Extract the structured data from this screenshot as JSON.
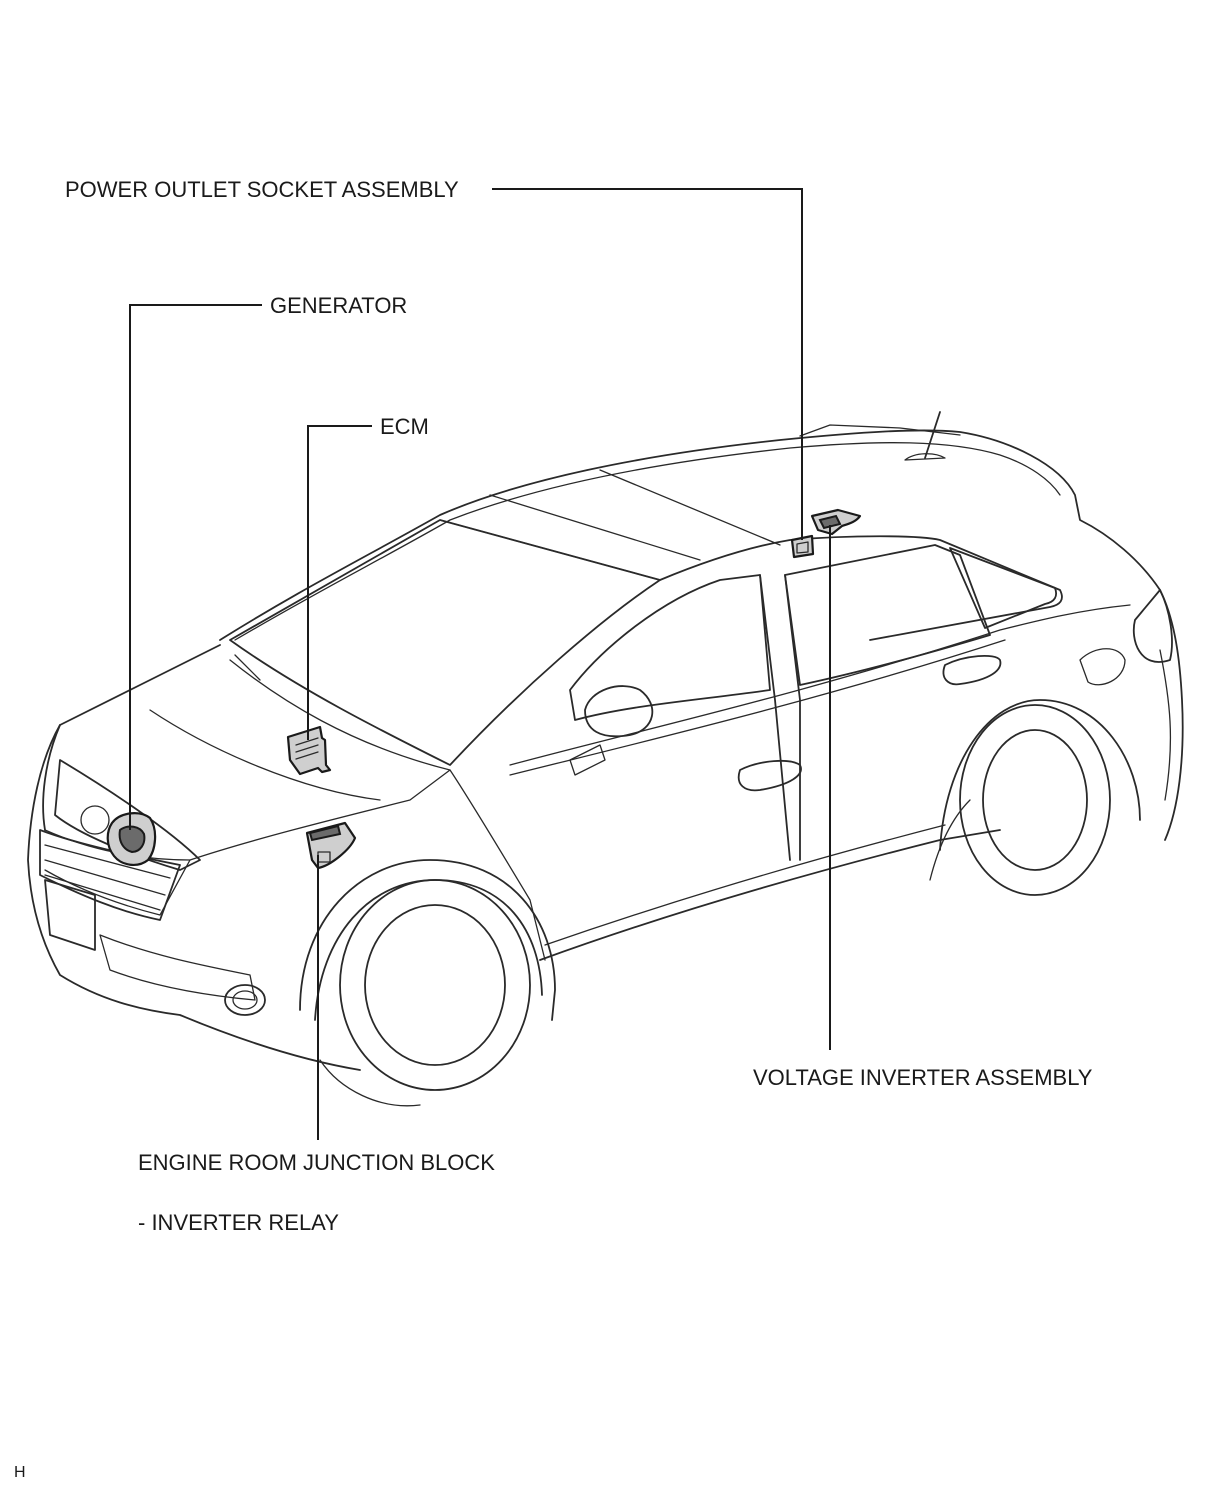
{
  "labels": {
    "power_outlet": "POWER OUTLET SOCKET ASSEMBLY",
    "generator": "GENERATOR",
    "ecm": "ECM",
    "voltage_inverter": "VOLTAGE INVERTER ASSEMBLY",
    "engine_room_jb": "ENGINE ROOM JUNCTION BLOCK",
    "inverter_relay": "- INVERTER RELAY"
  },
  "figure_id": "H"
}
